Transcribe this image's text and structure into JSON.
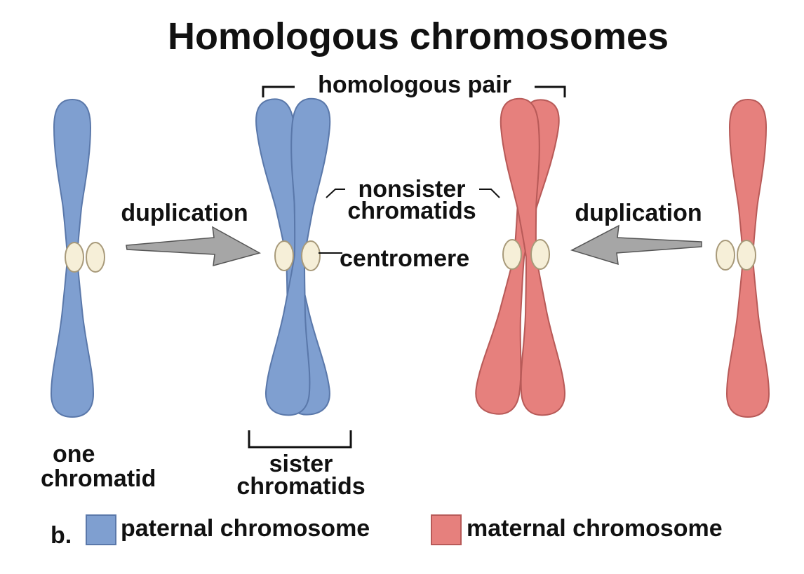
{
  "title": "Homologous chromosomes",
  "labels": {
    "homologous_pair": "homologous pair",
    "duplication_left": "duplication",
    "duplication_right": "duplication",
    "nonsister_line1": "nonsister",
    "nonsister_line2": "chromatids",
    "centromere": "centromere",
    "one_chromatid_line1": "one",
    "one_chromatid_line2": "chromatid",
    "sister_line1": "sister",
    "sister_line2": "chromatids"
  },
  "legend": {
    "panel_letter": "b.",
    "paternal": "paternal chromosome",
    "maternal": "maternal chromosome"
  },
  "colors": {
    "paternal_fill": "#7f9fd0",
    "paternal_stroke": "#5a78aa",
    "maternal_fill": "#e6807d",
    "maternal_stroke": "#b85a58",
    "centromere_fill": "#f6efd8",
    "centromere_stroke": "#a89a7a",
    "arrow_fill": "#a6a6a6",
    "arrow_stroke": "#555555"
  }
}
